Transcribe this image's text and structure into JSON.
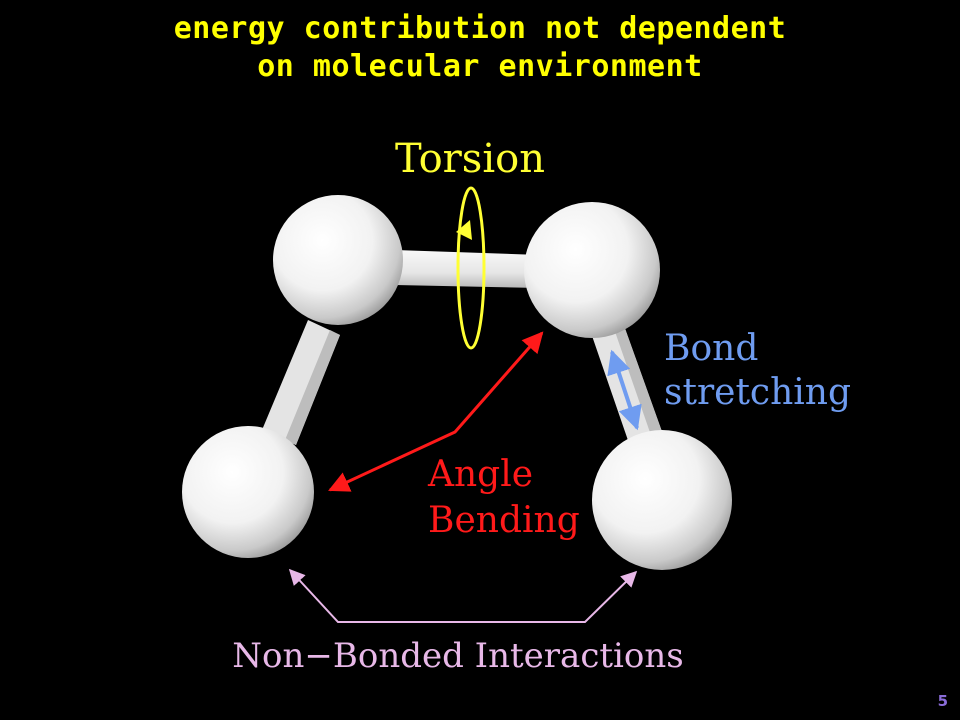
{
  "slide": {
    "title_line1": "energy contribution not dependent",
    "title_line2": "on molecular environment",
    "page_number": "5"
  },
  "diagram": {
    "torsion_label": "Torsion",
    "bond_label_line1": "Bond",
    "bond_label_line2": "stretching",
    "angle_label_line1": "Angle",
    "angle_label_line2": "Bending",
    "nonbonded_label": "Non−Bonded Interactions"
  },
  "colors": {
    "title": "#ffff00",
    "torsion": "#ffff33",
    "bond": "#6f9cf0",
    "angle": "#ff1a1a",
    "nonbonded": "#e8b8e8",
    "page_number": "#8a6cd8"
  }
}
